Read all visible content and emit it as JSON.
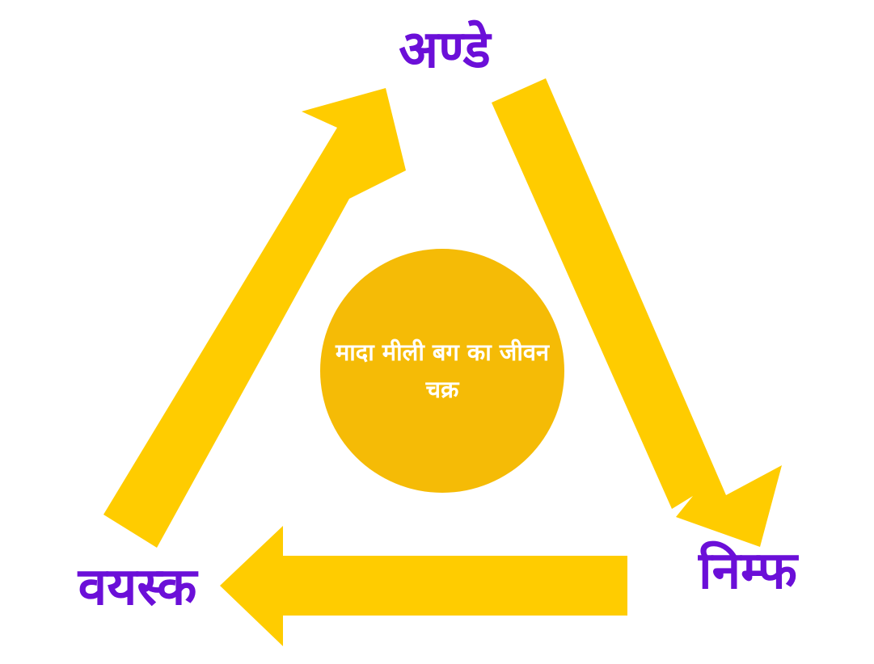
{
  "diagram": {
    "center_title": "मादा मीली बग का जीवन चक्र",
    "stages": {
      "top": "अण्डे",
      "right": "निम्फ",
      "left": "वयस्क"
    },
    "colors": {
      "arrow": "#ffcc00",
      "circle": "#f5bb06",
      "stage_text": "#6b0fd8",
      "center_text": "#ffffff"
    }
  }
}
